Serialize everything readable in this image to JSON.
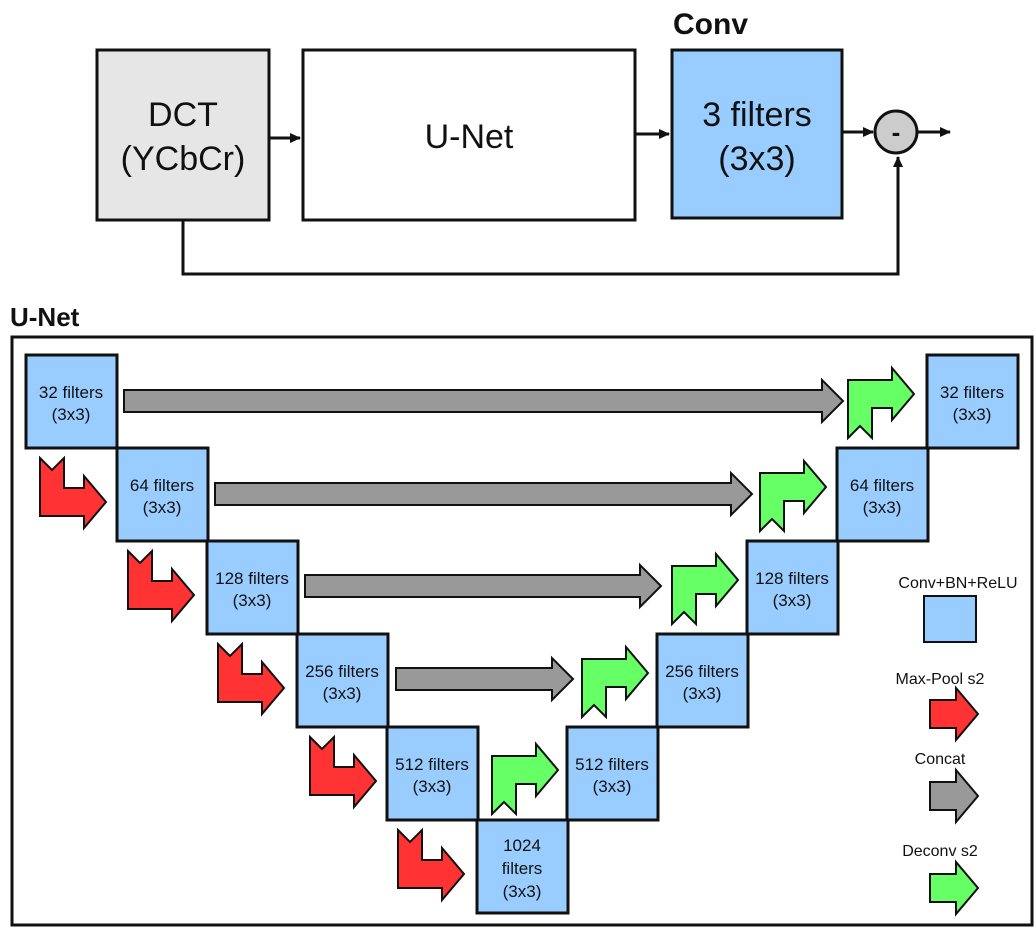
{
  "top": {
    "dct_line1": "DCT",
    "dct_line2": "(YCbCr)",
    "unet": "U-Net",
    "conv_title": "Conv",
    "conv_line1": "3 filters",
    "conv_line2": "(3x3)",
    "subtract_symbol": "-"
  },
  "unet_title": "U-Net",
  "blocks": {
    "enc32": [
      "32 filters",
      "(3x3)"
    ],
    "enc64": [
      "64 filters",
      "(3x3)"
    ],
    "enc128": [
      "128 filters",
      "(3x3)"
    ],
    "enc256": [
      "256 filters",
      "(3x3)"
    ],
    "enc512": [
      "512 filters",
      "(3x3)"
    ],
    "bottom1024": [
      "1024",
      "filters",
      "(3x3)"
    ],
    "dec512": [
      "512 filters",
      "(3x3)"
    ],
    "dec256": [
      "256 filters",
      "(3x3)"
    ],
    "dec128": [
      "128 filters",
      "(3x3)"
    ],
    "dec64": [
      "64 filters",
      "(3x3)"
    ],
    "dec32": [
      "32 filters",
      "(3x3)"
    ]
  },
  "legend": {
    "conv": "Conv+BN+ReLU",
    "maxpool": "Max-Pool s2",
    "concat": "Concat",
    "deconv": "Deconv s2"
  },
  "colors": {
    "block_fill": "#99ccff",
    "dct_fill": "#e6e6e6",
    "maxpool": "#ff3333",
    "concat": "#999999",
    "deconv": "#66ff66"
  }
}
